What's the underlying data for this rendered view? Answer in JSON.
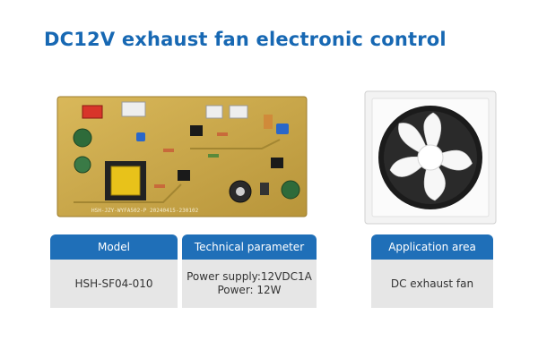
{
  "title": "DC12V exhaust fan electronic control",
  "colors": {
    "accent": "#1f6fb8",
    "title": "#1768b3",
    "cell_bg": "#e6e6e6",
    "pcb": "#c9a84a"
  },
  "images": {
    "pcb": "circuit-board-photo",
    "fan": "exhaust-fan-photo"
  },
  "pcb_silkscreen": "HSH-JZY-WYFA502-P 20240415-230102",
  "table": {
    "headers": {
      "model": "Model",
      "technical": "Technical parameter",
      "application": "Application area"
    },
    "values": {
      "model": "HSH-SF04-010",
      "technical_line1": "Power supply:12VDC1A",
      "technical_line2": "Power: 12W",
      "application": "DC exhaust fan"
    }
  }
}
